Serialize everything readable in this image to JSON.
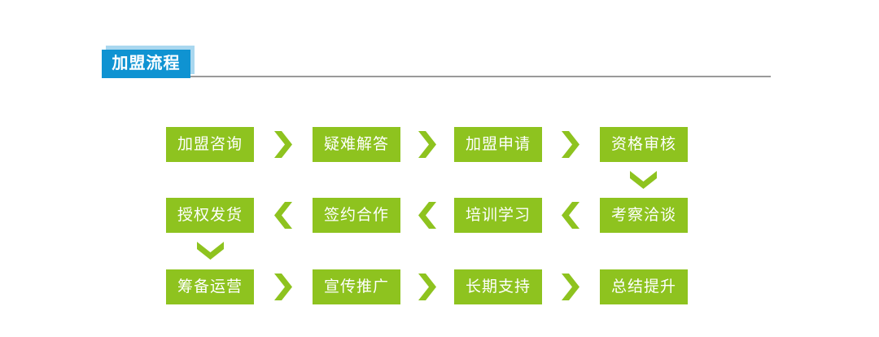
{
  "header": {
    "title": "加盟流程"
  },
  "colors": {
    "green": "#8ec31f",
    "blue": "#0f93d2",
    "blue_light": "#a9d7ef",
    "line_gray": "#9a9a9a",
    "text_white": "#ffffff"
  },
  "flow": {
    "rows": [
      {
        "direction": "right",
        "steps": [
          {
            "label": "加盟咨询"
          },
          {
            "label": "疑难解答"
          },
          {
            "label": "加盟申请"
          },
          {
            "label": "资格审核"
          }
        ]
      },
      {
        "direction": "left",
        "steps": [
          {
            "label": "授权发货"
          },
          {
            "label": "签约合作"
          },
          {
            "label": "培训学习"
          },
          {
            "label": "考察洽谈"
          }
        ]
      },
      {
        "direction": "right",
        "steps": [
          {
            "label": "筹备运营"
          },
          {
            "label": "宣传推广"
          },
          {
            "label": "长期支持"
          },
          {
            "label": "总结提升"
          }
        ]
      }
    ]
  }
}
